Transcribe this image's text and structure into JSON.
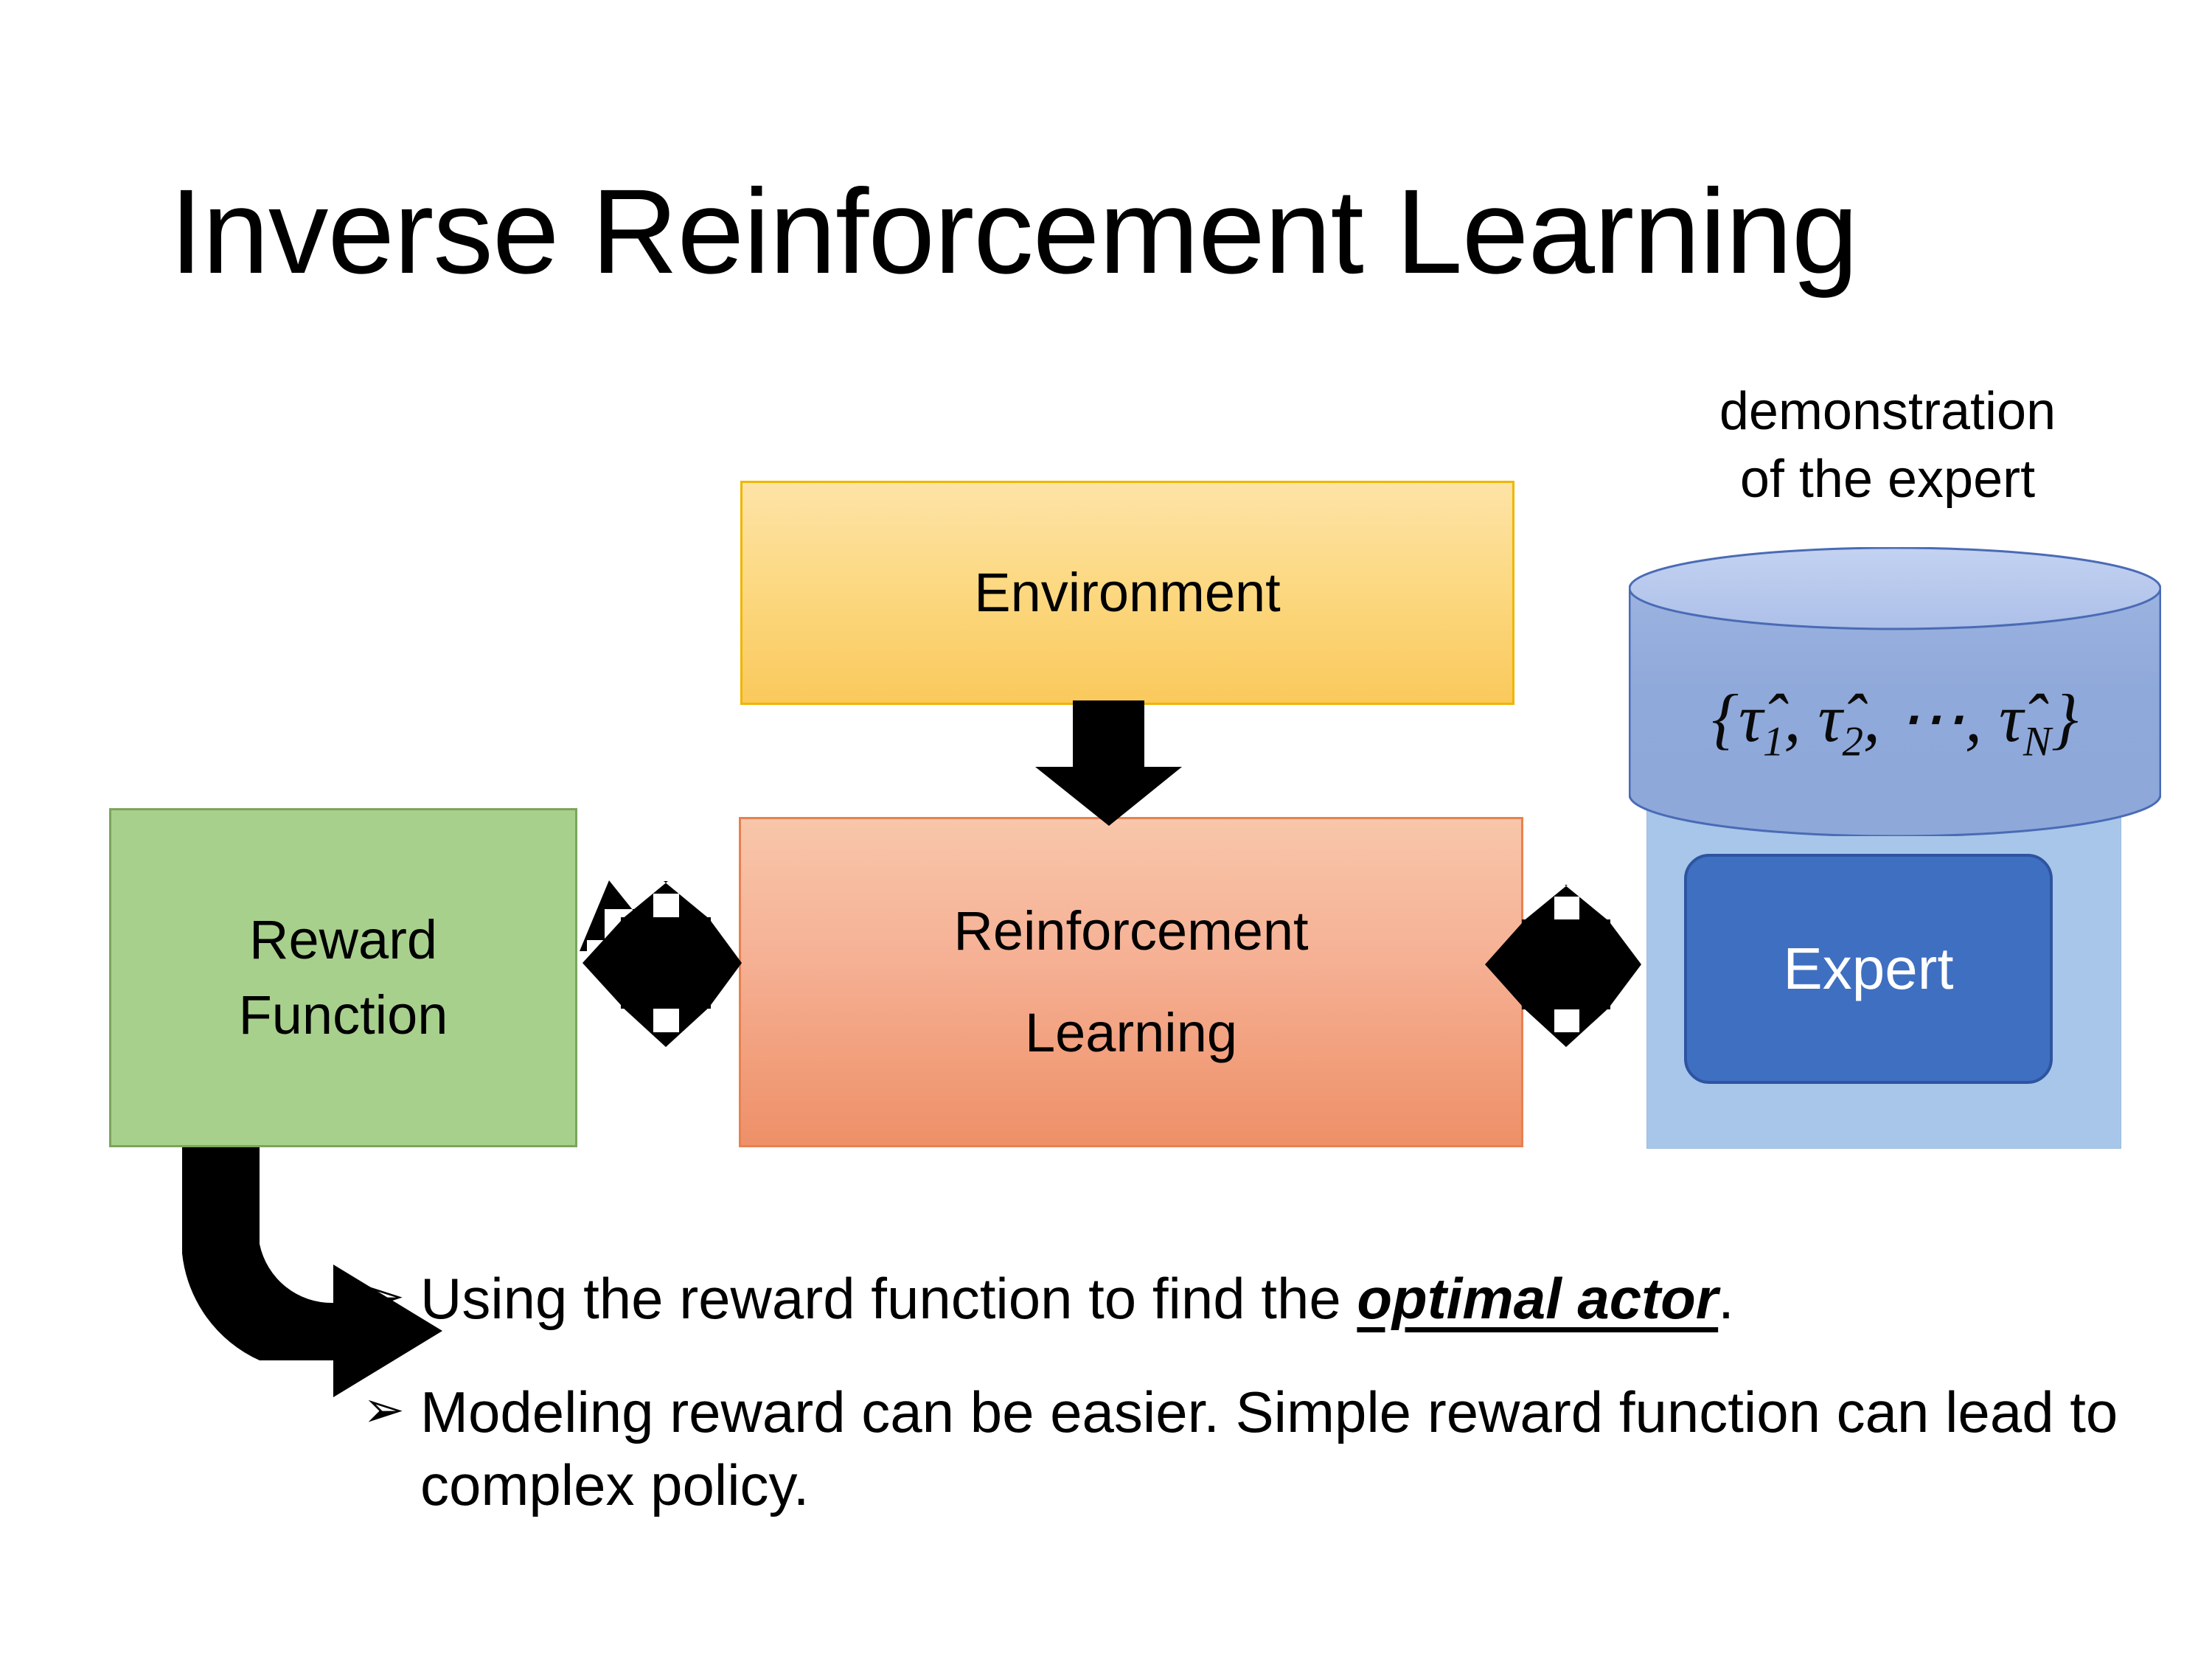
{
  "slide": {
    "title": "Inverse Reinforcement Learning",
    "background_color": "#FFFFFF"
  },
  "diagram": {
    "environment": {
      "label": "Environment",
      "fill_top": "#FDE3A7",
      "fill_bottom": "#FAC95C",
      "border": "#EFB500"
    },
    "reinforcement_learning": {
      "label_line1": "Reinforcement",
      "label_line2": "Learning",
      "fill_top": "#F8C6AA",
      "fill_bottom": "#EE9068",
      "border": "#E8814F"
    },
    "reward_function": {
      "label_line1": "Reward",
      "label_line2": "Function",
      "fill": "#A8D08D",
      "border": "#7BA55B"
    },
    "demonstration": {
      "caption_line1": "demonstration",
      "caption_line2": "of the expert",
      "set_open": "{",
      "set_items": [
        {
          "symbol": "τ̂",
          "sub": "1"
        },
        {
          "symbol": "τ̂",
          "sub": "2"
        },
        {
          "symbol": "⋯",
          "sub": ""
        },
        {
          "symbol": "τ̂",
          "sub": "N"
        }
      ],
      "set_close": "}",
      "cylinder_body_color": "#8FA9DA",
      "cylinder_top_color": "#B6C7EC",
      "cylinder_outline": "#4A6BB5"
    },
    "expert": {
      "label": "Expert",
      "panel_fill": "#A7C6E9",
      "button_fill": "#3F6FC1",
      "button_border": "#2E54A0",
      "label_color": "#FFFFFF"
    },
    "connectors": [
      {
        "name": "environment-to-rl",
        "kind": "down-arrow",
        "color": "#000000"
      },
      {
        "name": "reward-rl-link",
        "kind": "quad-arrow",
        "color": "#000000"
      },
      {
        "name": "rl-expert-link",
        "kind": "quad-arrow",
        "color": "#000000"
      },
      {
        "name": "reward-to-bullets",
        "kind": "elbow-arrow",
        "color": "#000000"
      }
    ]
  },
  "bullets": [
    {
      "marker": "➢",
      "text_before": "Using the reward function to find the ",
      "emphasis": "optimal actor",
      "text_after": "."
    },
    {
      "marker": "➢",
      "text_before": "Modeling reward can be easier. Simple reward function can lead to complex policy.",
      "emphasis": "",
      "text_after": ""
    }
  ]
}
